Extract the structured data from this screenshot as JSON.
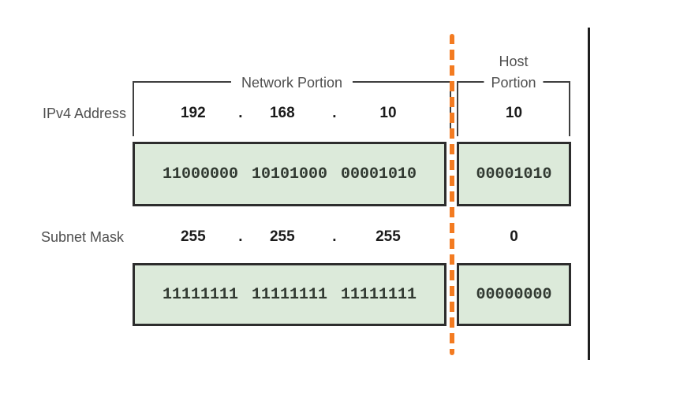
{
  "diagram": {
    "network_portion_label": "Network Portion",
    "host_portion_label_line1": "Host",
    "host_portion_label_line2": "Portion",
    "rows": [
      {
        "label": "IPv4 Address",
        "octets": [
          "192",
          ".",
          "168",
          ".",
          "10"
        ],
        "host_octet": "10",
        "binary_groups": [
          "11000000",
          "10101000",
          "00001010"
        ],
        "host_binary": "00001010"
      },
      {
        "label": "Subnet Mask",
        "octets": [
          "255",
          ".",
          "255",
          ".",
          "255"
        ],
        "host_octet": "0",
        "binary_groups": [
          "11111111",
          "11111111",
          "11111111"
        ],
        "host_binary": "00000000"
      }
    ],
    "colors": {
      "box_fill": "#dceada",
      "box_border": "#2d2d2d",
      "divider_orange": "#f37b21",
      "bracket_gray": "#3f3f3f",
      "label_gray": "#4f4f4f",
      "right_line_black": "#1f1f1f"
    }
  }
}
